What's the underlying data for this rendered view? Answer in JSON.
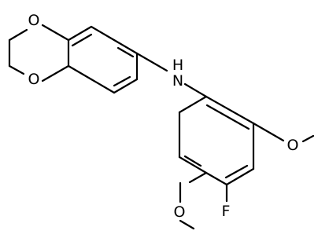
{
  "atoms": {
    "o_ring_top": "O",
    "o_ring_bottom": "O",
    "n_amine": "N",
    "h_amine": "H",
    "o_methoxy_right": "O",
    "o_methoxy_left": "O",
    "f_fluoro": "F"
  }
}
